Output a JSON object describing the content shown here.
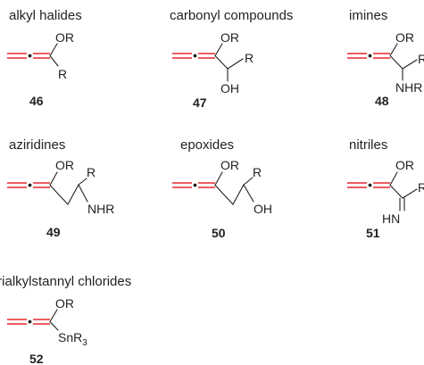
{
  "compounds": [
    {
      "category": "alkyl halides",
      "number": "46",
      "atoms": [
        "OR",
        "R"
      ]
    },
    {
      "category": "carbonyl compounds",
      "number": "47",
      "atoms": [
        "OR",
        "R",
        "OH"
      ]
    },
    {
      "category": "imines",
      "number": "48",
      "atoms": [
        "OR",
        "R",
        "NHR"
      ]
    },
    {
      "category": "aziridines",
      "number": "49",
      "atoms": [
        "OR",
        "R",
        "NHR"
      ]
    },
    {
      "category": "epoxides",
      "number": "50",
      "atoms": [
        "OR",
        "R",
        "OH"
      ]
    },
    {
      "category": "nitriles",
      "number": "51",
      "atoms": [
        "OR",
        "R",
        "HN"
      ]
    },
    {
      "category": "trialkylstannyl chlorides",
      "number": "52",
      "atoms": [
        "OR",
        "SnR",
        "3"
      ]
    }
  ],
  "colors": {
    "allene": "#e8262d",
    "ink": "#231f20"
  }
}
